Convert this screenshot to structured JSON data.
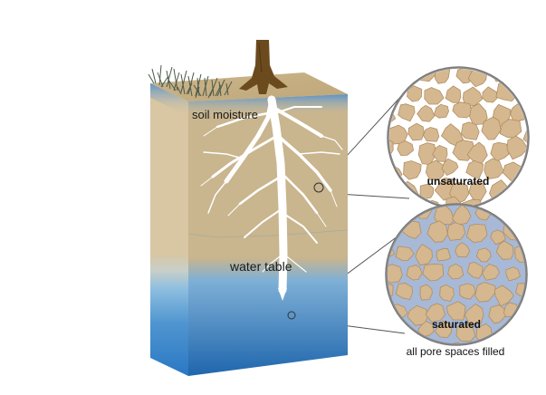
{
  "labels": {
    "soil_moisture": "soil moisture",
    "water_table": "water table",
    "unsaturated": "unsaturated",
    "saturated": "saturated",
    "pore_note": "all pore spaces filled"
  },
  "colors": {
    "soil": "#d9c6a2",
    "soil_side": "#c9b58e",
    "soil_top": "#c4ad82",
    "water_top": "#9cc3de",
    "water_mid": "#4f95d0",
    "water_deep": "#2a78c4",
    "root": "#ffffff",
    "trunk": "#6b4a1e",
    "grain": "#d6b890",
    "grain_edge": "#b08e62",
    "pore_air": "#ffffff",
    "pore_water": "#a7b9d6",
    "leader": "#555555"
  },
  "icons": [
    "tree-trunk-icon",
    "grass-icon"
  ]
}
